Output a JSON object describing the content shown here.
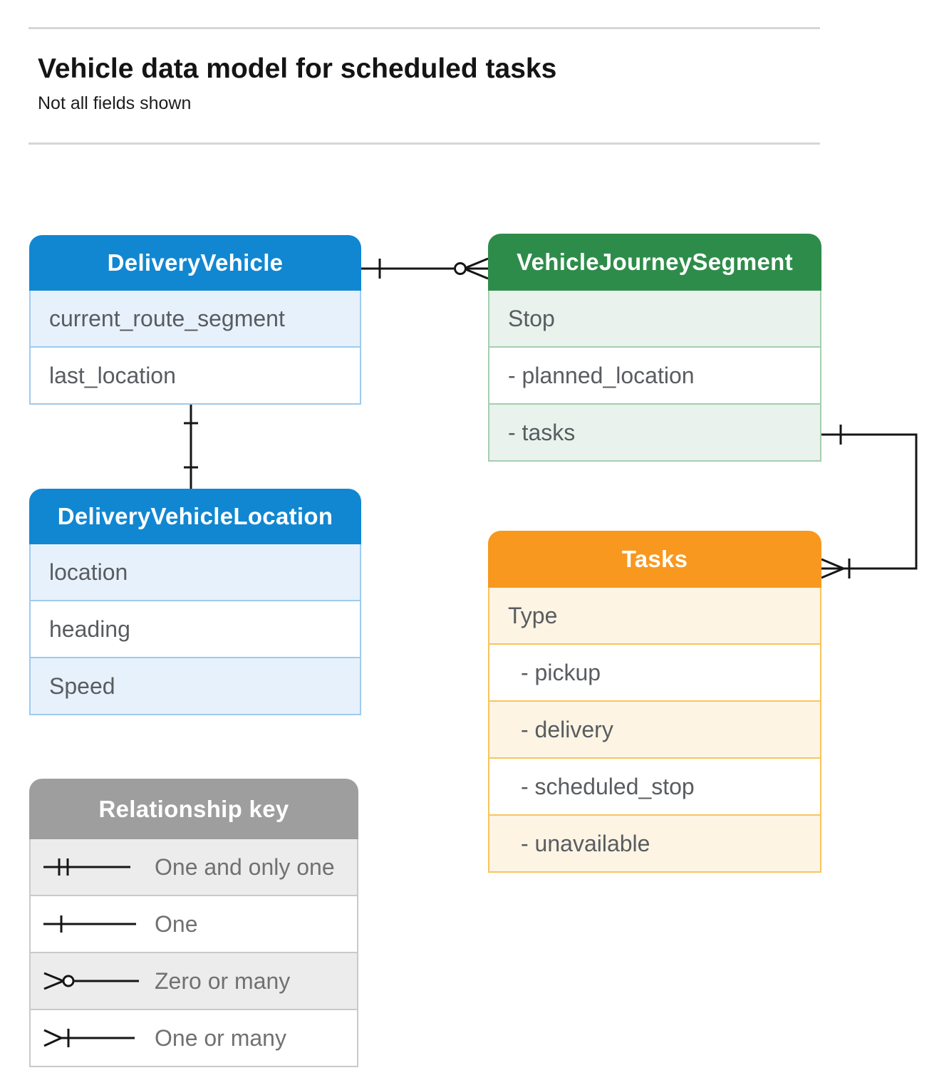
{
  "page": {
    "title": "Vehicle data model for scheduled tasks",
    "subtitle": "Not all fields shown"
  },
  "tables": {
    "delivery_vehicle": {
      "title": "DeliveryVehicle",
      "rows": [
        "current_route_segment",
        "last_location"
      ]
    },
    "vehicle_journey_segment": {
      "title": "VehicleJourneySegment",
      "rows": [
        "Stop",
        "- planned_location",
        "- tasks"
      ]
    },
    "delivery_vehicle_location": {
      "title": "DeliveryVehicleLocation",
      "rows": [
        "location",
        "heading",
        "Speed"
      ]
    },
    "tasks": {
      "title": "Tasks",
      "rows": [
        "Type",
        "- pickup",
        "- delivery",
        "- scheduled_stop",
        "- unavailable"
      ]
    }
  },
  "relationship_key": {
    "title": "Relationship key",
    "items": [
      {
        "icon": "one-and-only-one-icon",
        "label": "One and only one"
      },
      {
        "icon": "one-icon",
        "label": "One"
      },
      {
        "icon": "zero-or-many-icon",
        "label": "Zero or many"
      },
      {
        "icon": "one-or-many-icon",
        "label": "One or many"
      }
    ]
  },
  "relationships": [
    {
      "from": "DeliveryVehicle",
      "to": "VehicleJourneySegment",
      "from_cardinality": "one",
      "to_cardinality": "zero-or-many"
    },
    {
      "from": "DeliveryVehicle",
      "to": "DeliveryVehicleLocation",
      "from_cardinality": "one",
      "to_cardinality": "one"
    },
    {
      "from": "VehicleJourneySegment.tasks",
      "to": "Tasks",
      "from_cardinality": "one",
      "to_cardinality": "one-or-many"
    }
  ],
  "colors": {
    "blue_header": "#1187d2",
    "green_header": "#2e8c4a",
    "orange_header": "#f8981f",
    "gray_header": "#9e9e9e",
    "connector": "#161616"
  }
}
